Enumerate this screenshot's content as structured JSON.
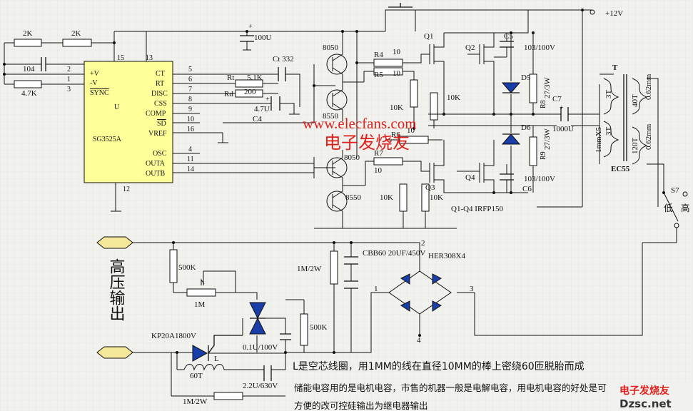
{
  "ic": {
    "name": "SG3525A",
    "u": "U",
    "left_pins": [
      {
        "n": "2",
        "l": "+V"
      },
      {
        "n": "1",
        "l": "-V"
      },
      {
        "n": "3",
        "l": "SYNC"
      }
    ],
    "right_pins": [
      {
        "n": "5",
        "l": "CT"
      },
      {
        "n": "6",
        "l": "RT"
      },
      {
        "n": "7",
        "l": "DISC"
      },
      {
        "n": "8",
        "l": "CSS"
      },
      {
        "n": "9",
        "l": "COMP"
      },
      {
        "n": "10",
        "l": "SD"
      },
      {
        "n": "16",
        "l": "VREF"
      },
      {
        "n": "4",
        "l": "OSC"
      },
      {
        "n": "11",
        "l": "OUTA"
      },
      {
        "n": "14",
        "l": "OUTB"
      }
    ],
    "top_pins": [
      "15",
      "13"
    ],
    "bottom_pin": "12"
  },
  "labels": {
    "r2k_a": "2K",
    "r2k_b": "2K",
    "c104": "104",
    "r47k": "4.7K",
    "c100u": "100U",
    "ct": "Ct 332",
    "rt": "Rt",
    "rt_val": "5.1K",
    "rd": "Rd",
    "rd_val": "200",
    "c47u": "4.7U",
    "c4": "C4",
    "t8050a": "8050",
    "t8550a": "8550",
    "t8050b": "8050",
    "t8550b": "8550",
    "r4": "R4",
    "r4v": "10",
    "r5": "R5",
    "r5v": "10",
    "r6": "R6",
    "r6v": "10",
    "r7": "R7",
    "r7v": "10",
    "r10k_a": "10K",
    "r10k_b": "10K",
    "r10k_c": "10K",
    "r10k_d": "10K",
    "q1": "Q1",
    "q2": "Q2",
    "q3": "Q3",
    "q4": "Q4",
    "c5": "C5",
    "c5v": "103/100V",
    "c6": "C6",
    "c6v": "103/100V",
    "d5": "D5",
    "d6": "D6",
    "r8": "R8",
    "r9": "R9",
    "r273a": "27/3W",
    "r273b": "27/3W",
    "c7": "C7",
    "c7v": "1000U",
    "vcc": "+12V",
    "t": "T",
    "t3a": "3T",
    "t3b": "3T",
    "t40": "40T",
    "t120": "120T",
    "w062a": "0.62mm",
    "w062b": "0.62mm",
    "w1mm": "1mmX5",
    "ec55": "EC55",
    "s7": "S7",
    "low": "低",
    "high": "高",
    "qnote": "Q1-Q4  IRFP150",
    "r500k_a": "500K",
    "r1m": "1M",
    "r1m2w": "1M/2W",
    "cbb": "CBB60 20UF/450V",
    "her": "HER308X4",
    "b1": "1",
    "b2": "2",
    "b3": "3",
    "b4": "4",
    "r500k_b": "500K",
    "c01": "0.1U/100V",
    "kp": "KP20A1800V",
    "l": "L",
    "t60": "60T",
    "c22": "2.2U/630V",
    "r1m2w_b": "1M/2W",
    "hv": "高压输出"
  },
  "watermark": {
    "site": "www.elecfans.com",
    "cn": "电子发烧友"
  },
  "notes": [
    "L是空芯线圈，用1MM的线在直径10MM的棒上密绕60匝脱胎而成",
    "储能电容用的是电机电容，市售的机器一般是电解电容，用电机电容的好处是可",
    "方便的改可控硅输出为继电器输出"
  ],
  "corner": {
    "brand": "电子发烧友",
    "site": "Dzsc.net"
  }
}
